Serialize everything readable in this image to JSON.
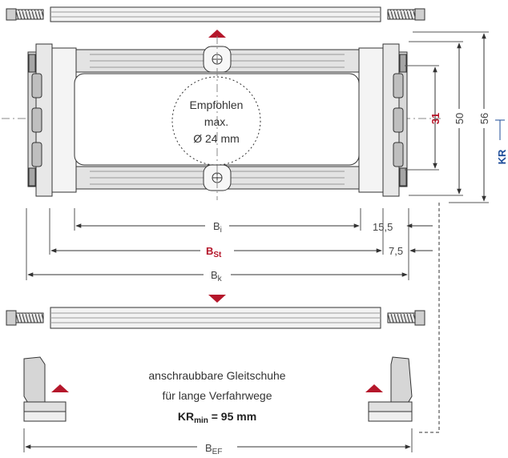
{
  "colors": {
    "accent_red": "#b5172b",
    "accent_blue": "#1f4e9a",
    "line": "#333333",
    "metal": "#d9d9d9",
    "metal_dark": "#8c8c8c"
  },
  "diameter_note": {
    "line1": "Empfohlen",
    "line2": "max.",
    "line3": "Ø 24 mm"
  },
  "dimensions": {
    "height_inner": "31",
    "height_mid": "50",
    "height_outer": "56",
    "kr": "KR",
    "bi_main": "B",
    "bi_sub": "i",
    "bst_main": "B",
    "bst_sub": "St",
    "bk_main": "B",
    "bk_sub": "k",
    "bef_main": "B",
    "bef_sub": "EF",
    "offset_a": "15,5",
    "offset_b": "7,5"
  },
  "glide_note": {
    "line1": "anschraubbare Gleitschuhe",
    "line2": "für lange Verfahrwege",
    "kr_main": "KR",
    "kr_sub": "min",
    "kr_value": " = 95 mm"
  },
  "icons": [
    "screw-icon",
    "up-arrow-icon",
    "down-arrow-icon",
    "glide-shoe-icon"
  ]
}
